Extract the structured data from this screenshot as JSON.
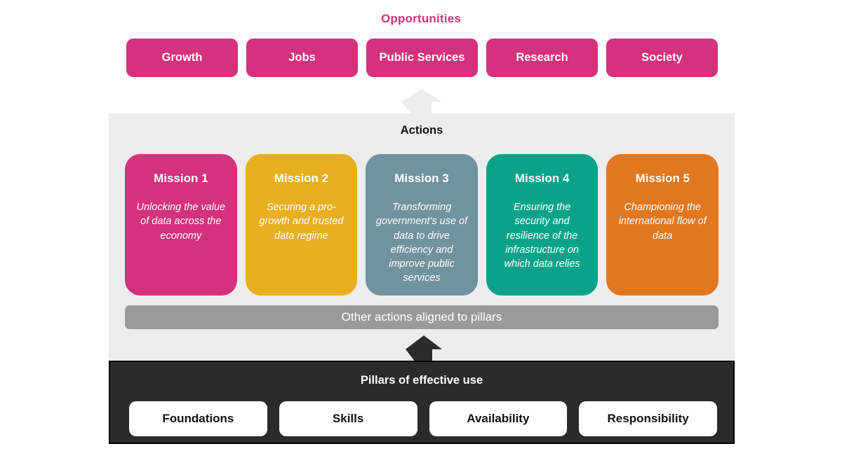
{
  "colors": {
    "pink": "#d5327d",
    "yellow": "#e8af20",
    "slate": "#71929f",
    "teal": "#0aa38a",
    "orange": "#e1771f",
    "bar-gray": "#9a9a9a",
    "panel-light": "#ededed",
    "panel-dark": "#2b2b2b"
  },
  "opportunities": {
    "heading": "Opportunities",
    "items": [
      {
        "label": "Growth"
      },
      {
        "label": "Jobs"
      },
      {
        "label": "Public Services"
      },
      {
        "label": "Research"
      },
      {
        "label": "Society"
      }
    ]
  },
  "actions": {
    "heading": "Actions",
    "missions": [
      {
        "title": "Mission 1",
        "description": "Unlocking the value of data across the economy",
        "color": "#d5327d"
      },
      {
        "title": "Mission 2",
        "description": "Securing a pro-growth and trusted data regime",
        "color": "#e8af20"
      },
      {
        "title": "Mission 3",
        "description": "Transforming government’s use of data to drive efficiency and improve public services",
        "color": "#71929f"
      },
      {
        "title": "Mission 4",
        "description": "Ensuring the security and resilience of the infrastructure on which data relies",
        "color": "#0aa38a"
      },
      {
        "title": "Mission 5",
        "description": "Championing the international flow of data",
        "color": "#e1771f"
      }
    ],
    "other_actions_bar": "Other actions aligned to pillars"
  },
  "pillars": {
    "heading": "Pillars of effective use",
    "items": [
      {
        "label": "Foundations"
      },
      {
        "label": "Skills"
      },
      {
        "label": "Availability"
      },
      {
        "label": "Responsibility"
      }
    ]
  }
}
